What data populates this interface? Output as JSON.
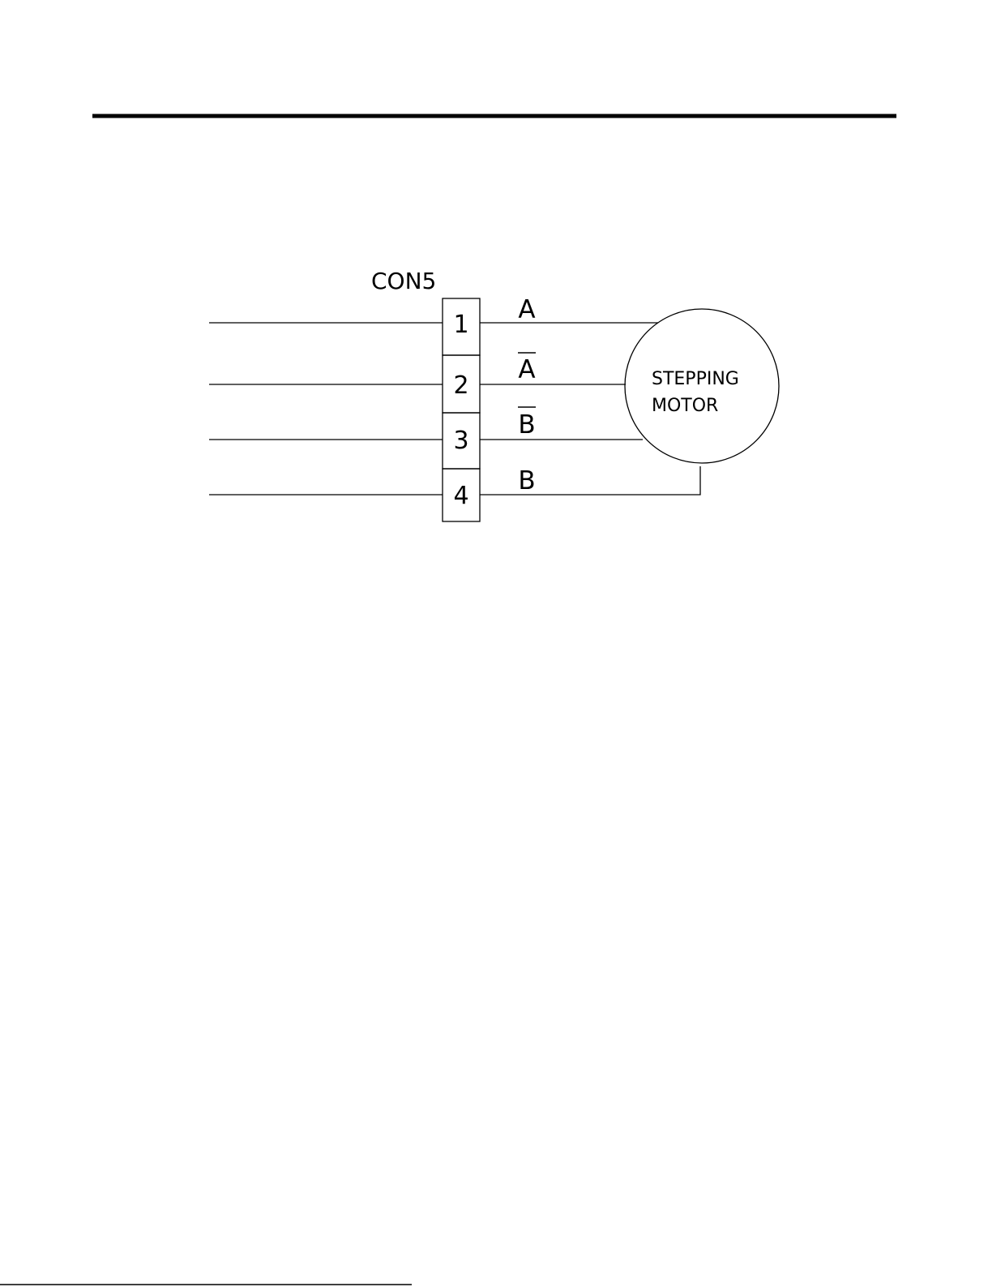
{
  "connector": {
    "name": "CON5",
    "pins": [
      "1",
      "2",
      "3",
      "4"
    ]
  },
  "signals": [
    {
      "pin": "1",
      "label": "A",
      "overline": false
    },
    {
      "pin": "2",
      "label": "A",
      "overline": true
    },
    {
      "pin": "3",
      "label": "B",
      "overline": true
    },
    {
      "pin": "4",
      "label": "B",
      "overline": false
    }
  ],
  "motor": {
    "line1": "STEPPING",
    "line2": "MOTOR"
  }
}
